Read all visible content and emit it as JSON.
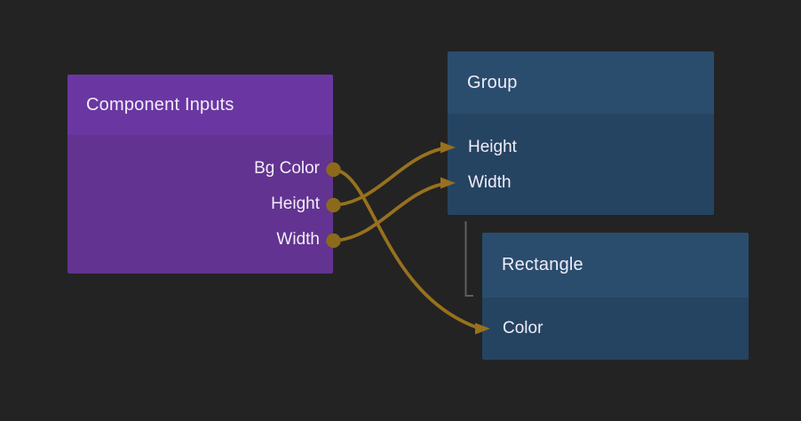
{
  "canvas": {
    "background": "#232323"
  },
  "colors": {
    "wire": "#97711e",
    "port_dot": "#8b6a1c",
    "arrowhead": "#97711e",
    "purple_node_header": "#6a37a2",
    "purple_node_body": "#623390",
    "blue_node_header": "#2a4d6e",
    "blue_node_body": "#254462",
    "hierarchy_line": "#5e5e5e",
    "text": "#f1edf8"
  },
  "nodes": [
    {
      "id": "component-inputs",
      "title": "Component Inputs",
      "outputs": [
        {
          "label": "Bg Color"
        },
        {
          "label": "Height"
        },
        {
          "label": "Width"
        }
      ]
    },
    {
      "id": "group",
      "title": "Group",
      "inputs": [
        {
          "label": "Height"
        },
        {
          "label": "Width"
        }
      ]
    },
    {
      "id": "rectangle",
      "title": "Rectangle",
      "inputs": [
        {
          "label": "Color"
        }
      ]
    }
  ],
  "connections": [
    {
      "from": "Component Inputs.Bg Color",
      "to": "Rectangle.Color"
    },
    {
      "from": "Component Inputs.Height",
      "to": "Group.Height"
    },
    {
      "from": "Component Inputs.Width",
      "to": "Group.Width"
    }
  ]
}
